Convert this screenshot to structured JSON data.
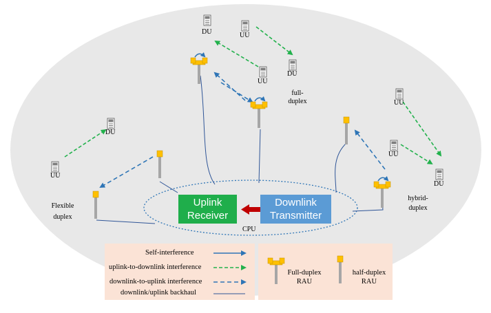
{
  "cpu": {
    "uplink": [
      "Uplink",
      "Receiver"
    ],
    "downlink": [
      "Downlink",
      "Transmitter"
    ],
    "label": "CPU"
  },
  "devices": {
    "du": "DU",
    "uu": "UU"
  },
  "modes": {
    "flexible": [
      "Flexible",
      "duplex"
    ],
    "full": [
      "full-",
      "duplex"
    ],
    "hybrid": [
      "hybrid-",
      "duplex"
    ]
  },
  "legend": {
    "self_interference": "Self-interference",
    "uplink_to_downlink": "uplink-to-downlink interference",
    "downlink_to_uplink": "downlink-to-uplink interference",
    "backhaul": "downlink/uplink backhaul",
    "full_duplex_rau": [
      "Full-duplex",
      "RAU"
    ],
    "half_duplex_rau": [
      "half-duplex",
      "RAU"
    ]
  },
  "colors": {
    "cloud": "#e8e8e8",
    "uplink_box": "#1fae4b",
    "downlink_box": "#5b9bd5",
    "cpu_arrow": "#c00000",
    "green_arrow": "#22b14c",
    "blue_arrow": "#2e75b6",
    "backhaul": "#2f5597",
    "legend_bg": "#fbe3d6",
    "antenna_yellow": "#ffc000",
    "antenna_pole": "#a6a6a6"
  }
}
